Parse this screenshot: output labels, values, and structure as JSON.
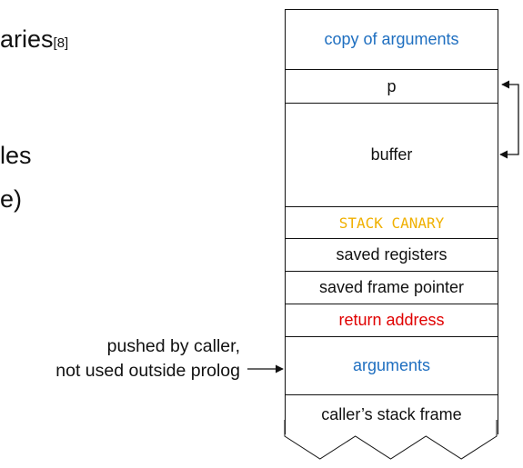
{
  "slide": {
    "title_fragment": "aries",
    "citation": "[8]",
    "line_fragment_1": "les",
    "line_fragment_2": "e)"
  },
  "stack_frame": {
    "cells": [
      {
        "label": "copy of arguments",
        "color": "#1f6fc0"
      },
      {
        "label": "p",
        "color": "#111111"
      },
      {
        "label": "buffer",
        "color": "#111111"
      },
      {
        "label": "STACK  CANARY",
        "color": "#f0b000",
        "monospace": true
      },
      {
        "label": "saved registers",
        "color": "#111111"
      },
      {
        "label": "saved frame pointer",
        "color": "#111111"
      },
      {
        "label": "return address",
        "color": "#e00000"
      },
      {
        "label": "arguments",
        "color": "#1f6fc0"
      },
      {
        "label": "caller’s stack frame",
        "color": "#111111"
      }
    ]
  },
  "annotation": {
    "line1": "pushed by caller,",
    "line2": "not used outside prolog"
  }
}
